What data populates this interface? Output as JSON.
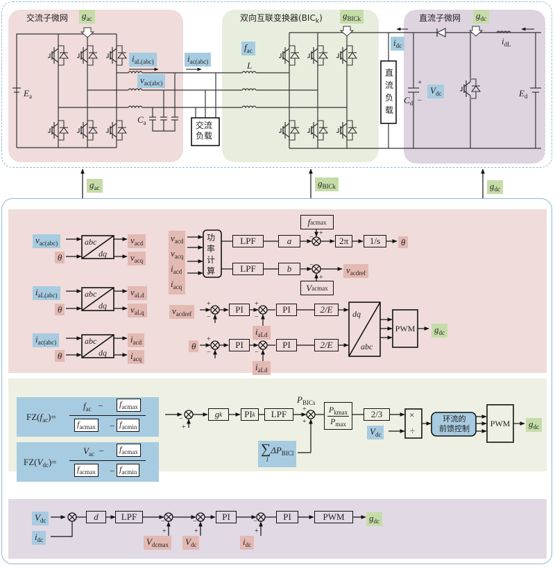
{
  "top": {
    "ac_microgrid": {
      "title": "交流子微网",
      "gate": "g",
      "gate_sub": "ac",
      "source": "E",
      "source_sub": "a",
      "cap": "C",
      "cap_sub": "a",
      "iaL": "i",
      "iaL_sub": "aL(abc)",
      "vac": "v",
      "vac_sub": "ac(abc)"
    },
    "ac_load": {
      "line1": "交流",
      "line2": "负载"
    },
    "bic": {
      "title_pre": "双向互联变换器(BIC",
      "title_k": "k",
      "title_post": ")",
      "gate": "g",
      "gate_sub": "BICk",
      "freq": "f",
      "freq_sub": "ac",
      "inductor": "L",
      "iac": "i",
      "iac_sub": "ac(abc)",
      "idc": "i",
      "idc_sub": "dc"
    },
    "dc_load": {
      "chars": [
        "直",
        "流",
        "负",
        "载"
      ]
    },
    "dc_microgrid": {
      "title": "直流子微网",
      "gate": "g",
      "gate_sub": "dc",
      "cap": "C",
      "cap_sub": "d",
      "vdc": "V",
      "vdc_sub": "dc",
      "source": "E",
      "source_sub": "d",
      "idL": "i",
      "idL_sub": "dL",
      "plus": "+",
      "minus": "−"
    }
  },
  "arrows": [
    {
      "label": "g",
      "sub": "ac"
    },
    {
      "label": "g",
      "sub": "BICk"
    },
    {
      "label": "g",
      "sub": "dc"
    }
  ],
  "panel1": {
    "transforms": [
      {
        "in1": "v",
        "in1_sub": "ac(abc)",
        "in2": "θ",
        "top": "abc",
        "bot": "dq",
        "out1": "v",
        "out1_sub": "acd",
        "out2": "v",
        "out2_sub": "acq"
      },
      {
        "in1": "i",
        "in1_sub": "aL(abc)",
        "in2": "θ",
        "top": "abc",
        "bot": "dq",
        "out1": "v",
        "out1_sub": "aLd",
        "out2": "v",
        "out2_sub": "aLq"
      },
      {
        "in1": "i",
        "in1_sub": "ac(abc)",
        "in2": "θ",
        "top": "abc",
        "bot": "dq",
        "out1": "i",
        "out1_sub": "acd",
        "out2": "i",
        "out2_sub": "acq"
      }
    ],
    "power_inputs": [
      {
        "sym": "v",
        "sub": "acd"
      },
      {
        "sym": "v",
        "sub": "acq"
      },
      {
        "sym": "i",
        "sub": "acd"
      },
      {
        "sym": "i",
        "sub": "acq"
      }
    ],
    "power_calc": [
      "功",
      "率",
      "计",
      "算"
    ],
    "lpf": "LPF",
    "gain_a": "a",
    "gain_b": "b",
    "facmax": {
      "sym": "f",
      "sub": "acmax"
    },
    "vacmax": {
      "sym": "V",
      "sub": "acmax"
    },
    "two_pi": "2π",
    "integrator": "1/s",
    "theta": "θ",
    "vacdref": {
      "sym": "v",
      "sub": "acdref"
    },
    "pi": "PI",
    "two_over_e": "2/E",
    "ialdFb": {
      "sym": "i",
      "sub": "aLd"
    },
    "dq": "dq",
    "abc": "abc",
    "pwm": "PWM",
    "out": {
      "sym": "g",
      "sub": "dc"
    },
    "plus": "+",
    "minus": "−"
  },
  "panel2": {
    "fz1": {
      "lhs": "FZ(",
      "lhs_var": "f",
      "lhs_sub": "ac",
      "num": "f",
      "num_sub": "ac",
      "num_box": "acmax",
      "den1": "acmax",
      "den2": "acmin"
    },
    "fz2": {
      "lhs": "FZ(",
      "lhs_var": "V",
      "lhs_sub": "dc",
      "num": "V",
      "num_sub": "ac",
      "num_box": "acmax",
      "den1": "acmax",
      "den2": "acmin"
    },
    "gk": {
      "sym": "g",
      "sub": "k"
    },
    "pik": {
      "sym": "PI",
      "sub": "k"
    },
    "lpf": "LPF",
    "pbics": {
      "sym": "P",
      "sub": "BICs"
    },
    "ratio": {
      "num": "P",
      "num_sub": "kmax",
      "den": "P",
      "den_sub": "max"
    },
    "two_thirds": "2/3",
    "vdc": {
      "sym": "V",
      "sub": "dc"
    },
    "muldiv": {
      "top": "×",
      "bot": "÷"
    },
    "sum": {
      "sigma": "∑",
      "idx": "l",
      "term": "ΔP",
      "term_sub": "BICl"
    },
    "feedforward": {
      "line1": "环流的",
      "line2": "前馈控制"
    },
    "pwm": "PWM",
    "out": {
      "sym": "g",
      "sub": "dc"
    },
    "plus": "+",
    "minus": "−"
  },
  "panel3": {
    "vdc": {
      "sym": "V",
      "sub": "dc"
    },
    "idc": {
      "sym": "i",
      "sub": "dc"
    },
    "d": "d",
    "lpf": "LPF",
    "vdcmax": {
      "sym": "V",
      "sub": "dcmax"
    },
    "vdc_fb": {
      "sym": "V",
      "sub": "dc"
    },
    "idc_fb": {
      "sym": "i",
      "sub": "dc"
    },
    "pi": "PI",
    "pwm": "PWM",
    "out": {
      "sym": "g",
      "sub": "dc"
    },
    "plus": "+",
    "minus": "−"
  }
}
